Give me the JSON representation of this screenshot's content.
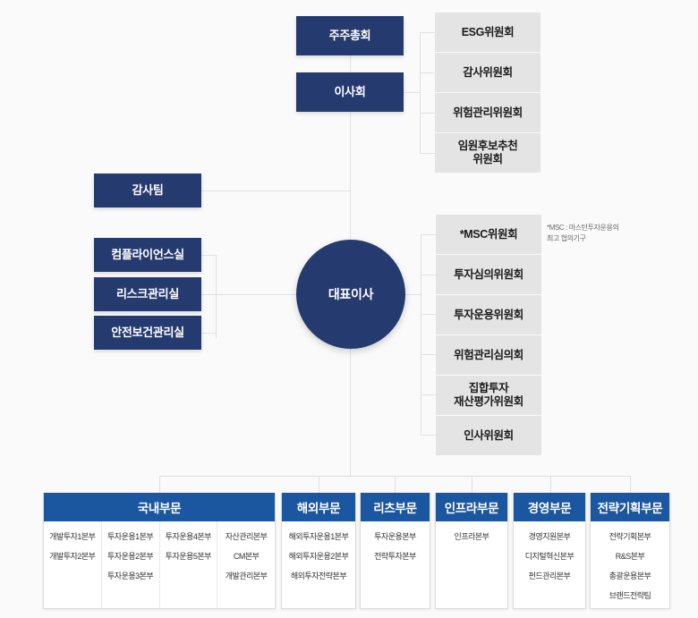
{
  "top": {
    "shareholders_meeting": "주주총회",
    "board_of_directors": "이사회",
    "board_committees": [
      {
        "label": "ESG위원회"
      },
      {
        "label": "감사위원회"
      },
      {
        "label": "위험관리위원회"
      },
      {
        "label": "임원후보추천\n위원회"
      }
    ]
  },
  "left": {
    "audit_team": "감사팀",
    "control_units": [
      {
        "label": "컴플라이언스실"
      },
      {
        "label": "리스크관리실"
      },
      {
        "label": "안전보건관리실"
      }
    ]
  },
  "center": {
    "ceo": "대표이사"
  },
  "right": {
    "ceo_committees": [
      {
        "label": "*MSC위원회"
      },
      {
        "label": "투자심의위원회"
      },
      {
        "label": "투자운용위원회"
      },
      {
        "label": "위험관리심의회"
      },
      {
        "label": "집합투자\n재산평가위원회"
      },
      {
        "label": "인사위원회"
      }
    ],
    "msc_note": "*MSC : 마스턴투자운용의\n  최고 협의기구"
  },
  "divisions": [
    {
      "name": "국내부문",
      "columns": [
        [
          "개발투자1본부",
          "개발투자2본부"
        ],
        [
          "투자운용1본부",
          "투자운용2본부",
          "투자운용3본부"
        ],
        [
          "투자운용4본부",
          "투자운용5본부"
        ],
        [
          "자산관리본부",
          "CM본부",
          "개발관리본부"
        ]
      ]
    },
    {
      "name": "해외부문",
      "columns": [
        [
          "해외투자운용1본부",
          "해외투자운용2본부",
          "해외투자전략본부"
        ]
      ]
    },
    {
      "name": "리츠부문",
      "columns": [
        [
          "투자운용본부",
          "전략투자본부"
        ]
      ]
    },
    {
      "name": "인프라부문",
      "columns": [
        [
          "인프라본부"
        ]
      ]
    },
    {
      "name": "경영부문",
      "columns": [
        [
          "경영지원본부",
          "디지털혁신본부",
          "펀드관리본부"
        ]
      ]
    },
    {
      "name": "전략기획부문",
      "columns": [
        [
          "전략기획본부",
          "R&S본부",
          "총괄운용본부",
          "브랜드전략팀"
        ]
      ]
    }
  ],
  "colors": {
    "navy": "#253a6e",
    "blue": "#1b57a0",
    "gray": "#e4e4e4",
    "background": "#fafafa",
    "line": "#e0e0e0"
  }
}
